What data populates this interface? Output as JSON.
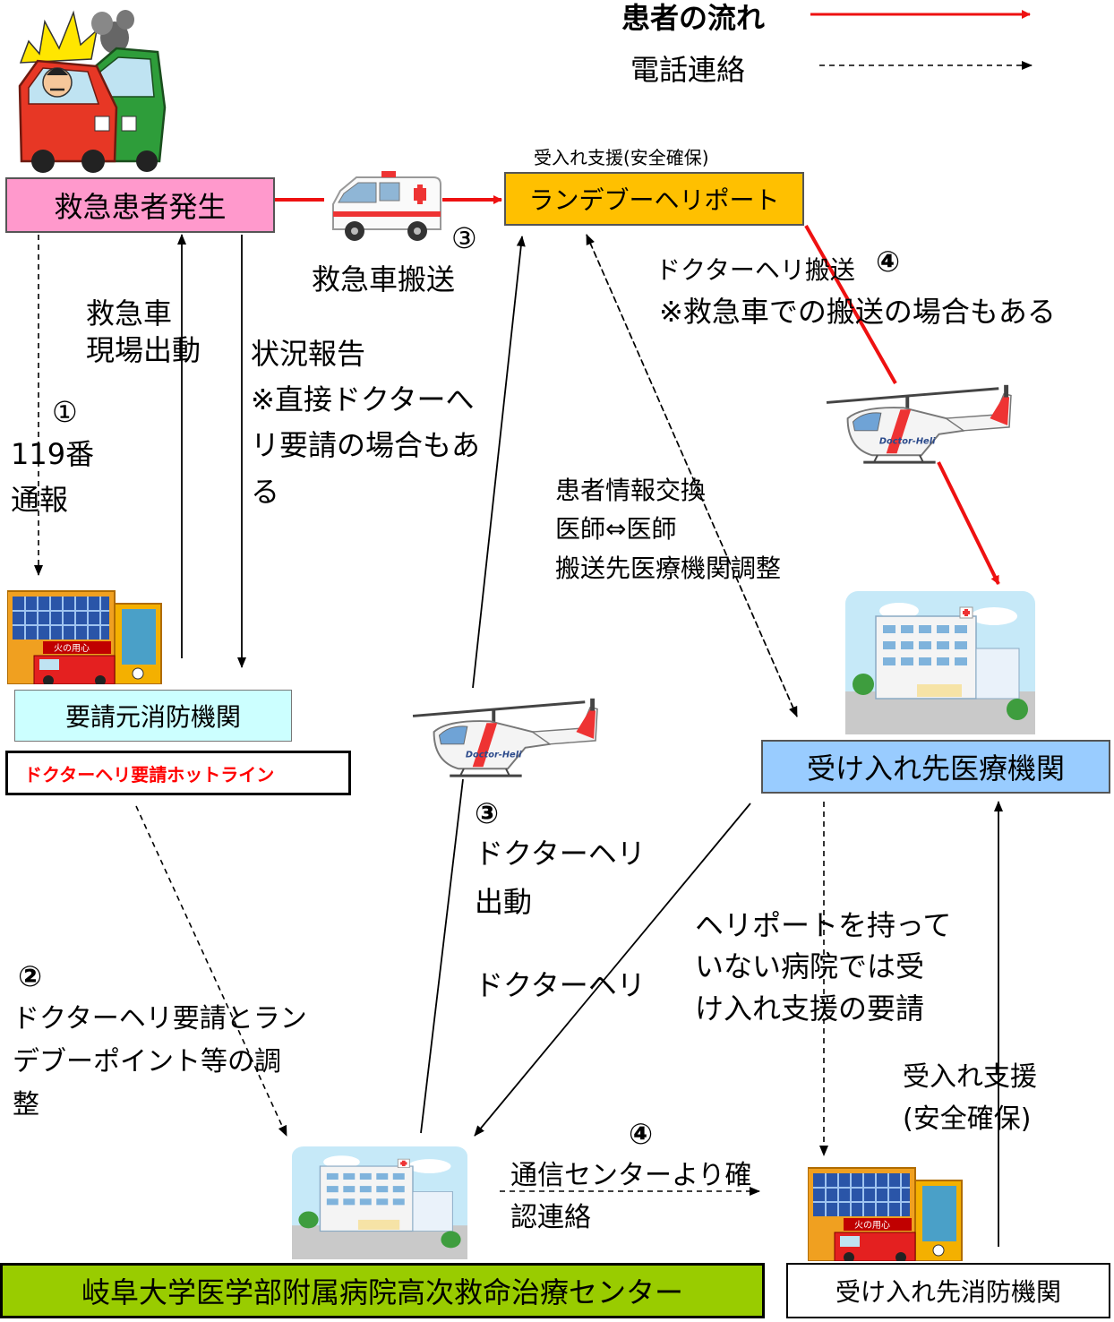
{
  "legend": {
    "patient_flow": "患者の流れ",
    "phone_contact": "電話連絡"
  },
  "nodes": {
    "emergency_patient": "救急患者発生",
    "rendezvous_support_label": "受入れ支援(安全確保)",
    "rendezvous_heliport": "ランデブーヘリポート",
    "requesting_fire_dept": "要請元消防機関",
    "hotline": "ドクターヘリ要請ホットライン",
    "receiving_hospital": "受け入れ先医療機関",
    "gifu_center": "岐阜大学医学部附属病院高次救命治療センター",
    "receiving_fire_dept": "受け入れ先消防機関"
  },
  "labels": {
    "ambulance_transport_num": "③",
    "ambulance_transport": "救急車搬送",
    "ambulance_dispatch": "救急車\n現場出動",
    "situation_report": "状況報告\n※直接ドクターへ\nリ要請の場合もあ\nる",
    "call_119_num": "①",
    "call_119": "119番\n通報",
    "heli_transport": "ドクターヘリ搬送",
    "heli_transport_num": "④",
    "heli_transport_note": "※救急車での搬送の場合もある",
    "patient_info": "患者情報交換\n医師⇔医師\n搬送先医療機関調整",
    "heli_dispatch_num": "③",
    "heli_dispatch": "ドクターヘリ\n出動",
    "heli_return": "ドクターヘリ",
    "no_heliport": "ヘリポートを持って\nいない病院では受\nけ入れ支援の要請",
    "request_num": "②",
    "request": "ドクターヘリ要請とラン\nデブーポイント等の調\n整",
    "confirm_num": "④",
    "confirm": "通信センターより確\n認連絡",
    "acceptance_support": "受入れ支援\n(安全確保)"
  },
  "icons": {
    "helicopter_text": "Doctor-Heli",
    "fire_station_sign": "火の用心"
  },
  "colors": {
    "patient_flow": "#ee1111",
    "emergency_box": "#ff99cc",
    "heliport_box": "#ffc000",
    "fire_box": "#ccffff",
    "hospital_box": "#99ccff",
    "center_box": "#99cc00",
    "hotline_text": "#ff0000"
  }
}
